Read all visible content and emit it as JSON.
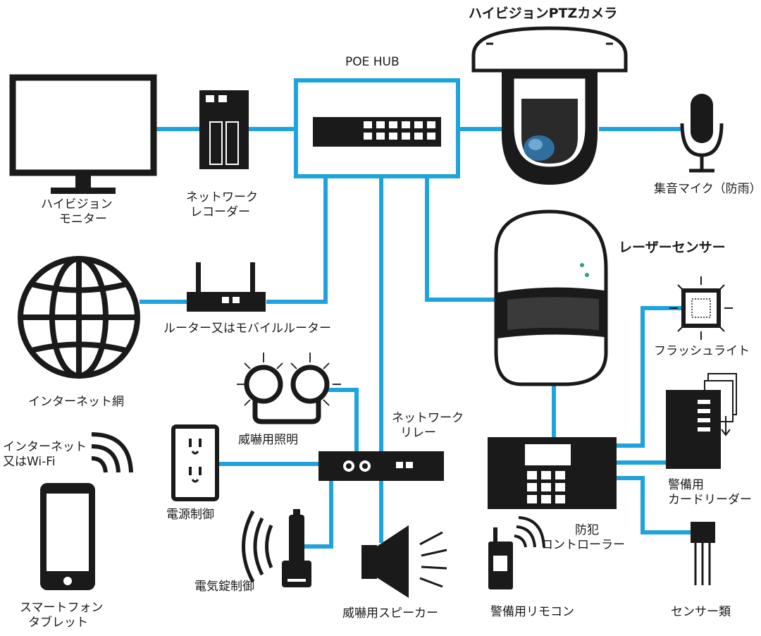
{
  "colors": {
    "link": "#1fa3dc",
    "device": "#1a1a1a",
    "accent": "#2fa66a"
  },
  "nodes": {
    "monitor": {
      "lines": [
        "ハイビジョン",
        "モニター"
      ]
    },
    "recorder": {
      "lines": [
        "ネットワーク",
        "レコーダー"
      ]
    },
    "poe_hub": {
      "lines": [
        "POE HUB"
      ]
    },
    "ptz_camera": {
      "lines": [
        "ハイビジョンPTZカメラ"
      ]
    },
    "microphone": {
      "lines": [
        "集音マイク（防雨）"
      ]
    },
    "laser_sensor": {
      "lines": [
        "レーザーセンサー"
      ]
    },
    "router": {
      "lines": [
        "ルーター又はモバイルルーター"
      ]
    },
    "internet": {
      "lines": [
        "インターネット網"
      ]
    },
    "flashlight": {
      "lines": [
        "フラッシュライト"
      ]
    },
    "threat_light": {
      "lines": [
        "威嚇用照明"
      ]
    },
    "network_relay": {
      "lines": [
        "ネットワーク",
        "リレー"
      ]
    },
    "wifi": {
      "lines": [
        "インターネット",
        "又はWi-Fi"
      ]
    },
    "power_control": {
      "lines": [
        "電源制御"
      ]
    },
    "card_reader": {
      "lines": [
        "警備用",
        "カードリーダー"
      ]
    },
    "controller": {
      "lines": [
        "防犯",
        "コントローラー"
      ]
    },
    "lock_control": {
      "lines": [
        "電気錠制御"
      ]
    },
    "smartphone": {
      "lines": [
        "スマートフォン",
        "タブレット"
      ]
    },
    "speaker": {
      "lines": [
        "威嚇用スピーカー"
      ]
    },
    "remote": {
      "lines": [
        "警備用リモコン"
      ]
    },
    "sensors": {
      "lines": [
        "センサー類"
      ]
    }
  }
}
